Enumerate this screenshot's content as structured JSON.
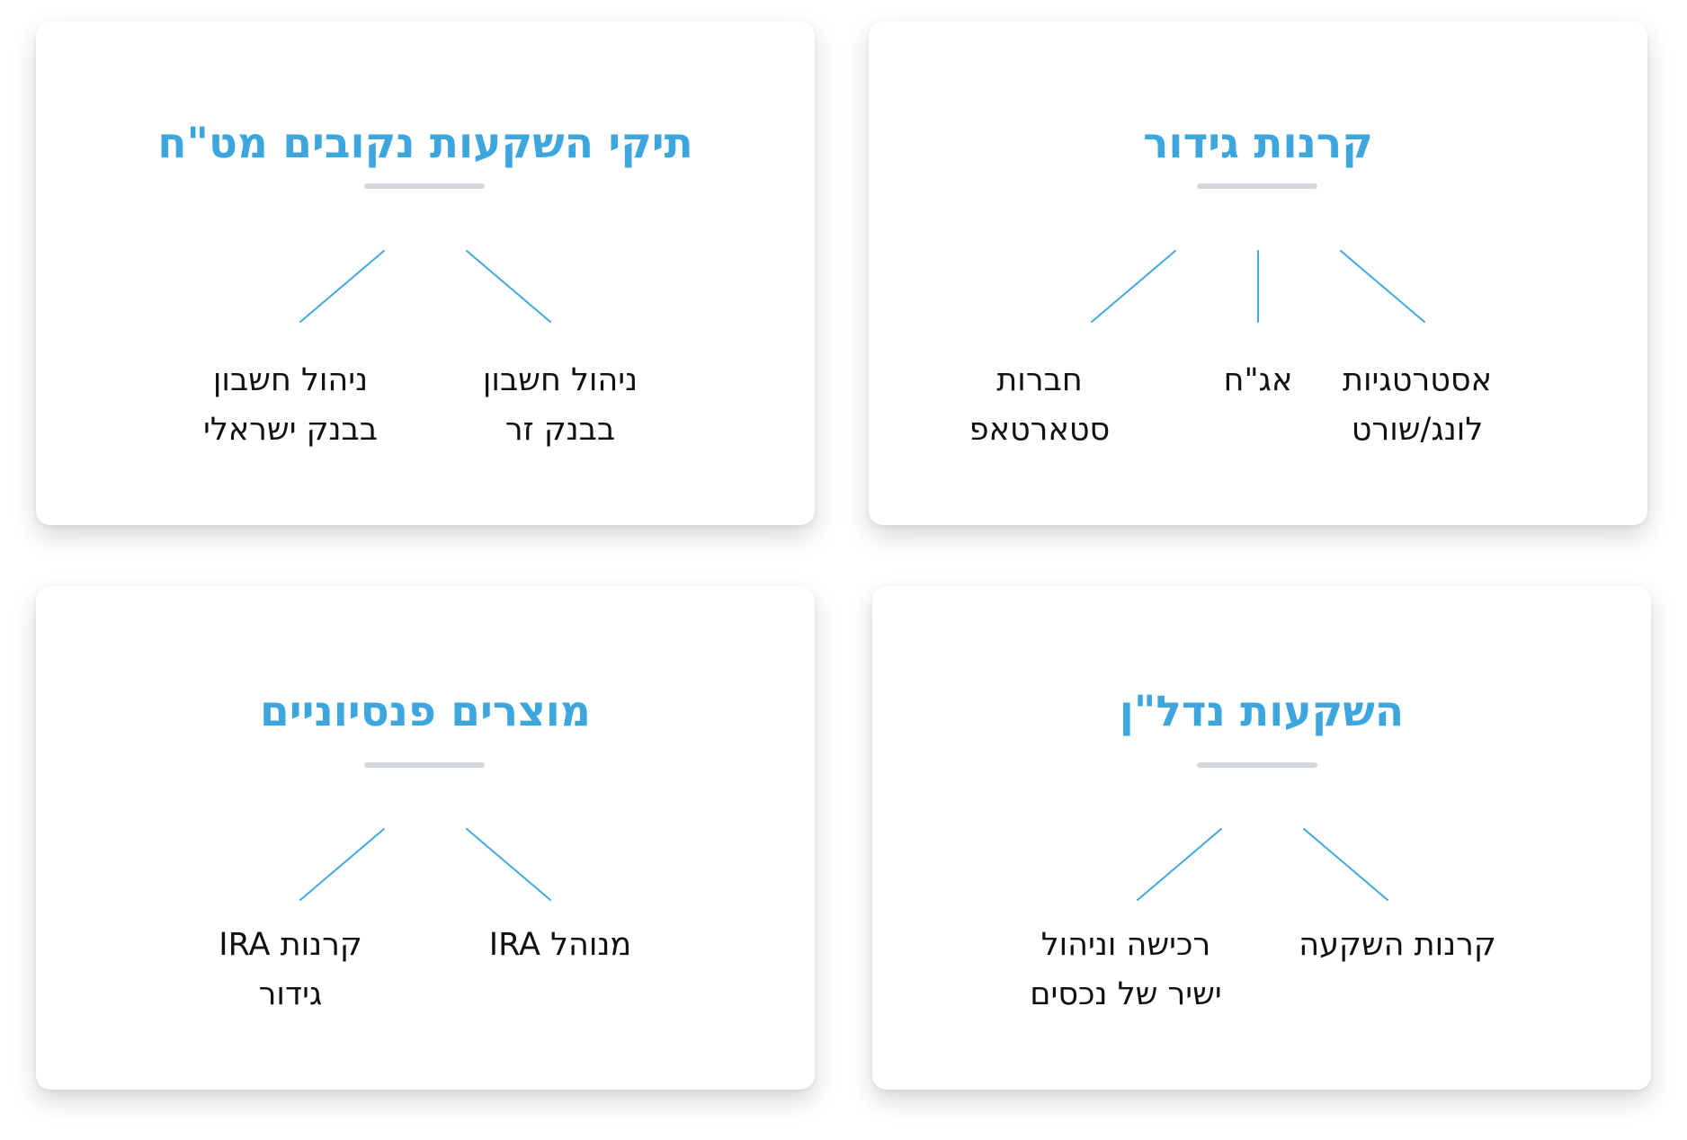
{
  "colors": {
    "title": "#3ea6df",
    "connector": "#42a8e0",
    "divider": "#d3d7dc",
    "item_text": "#111111",
    "card_bg": "#ffffff"
  },
  "cards": [
    {
      "title": "קרנות גידור",
      "items": [
        {
          "lines": [
            "אסטרטגיות",
            "לונג/שורט"
          ]
        },
        {
          "lines": [
            "אג\"ח"
          ]
        },
        {
          "lines": [
            "חברות",
            "סטארטאפ"
          ]
        }
      ]
    },
    {
      "title": "תיקי השקעות נקובים מט\"ח",
      "items": [
        {
          "lines": [
            "ניהול חשבון",
            "בבנק זר"
          ]
        },
        {
          "lines": [
            "ניהול חשבון",
            "בבנק ישראלי"
          ]
        }
      ]
    },
    {
      "title": "השקעות נדל\"ן",
      "items": [
        {
          "lines": [
            "קרנות השקעה"
          ]
        },
        {
          "lines": [
            "רכישה וניהול",
            "ישיר של נכסים"
          ]
        }
      ]
    },
    {
      "title": "מוצרים פנסיוניים",
      "items": [
        {
          "lines": [
            "מנוהל IRA"
          ]
        },
        {
          "lines": [
            "קרנות  IRA",
            "גידור"
          ]
        }
      ]
    }
  ]
}
